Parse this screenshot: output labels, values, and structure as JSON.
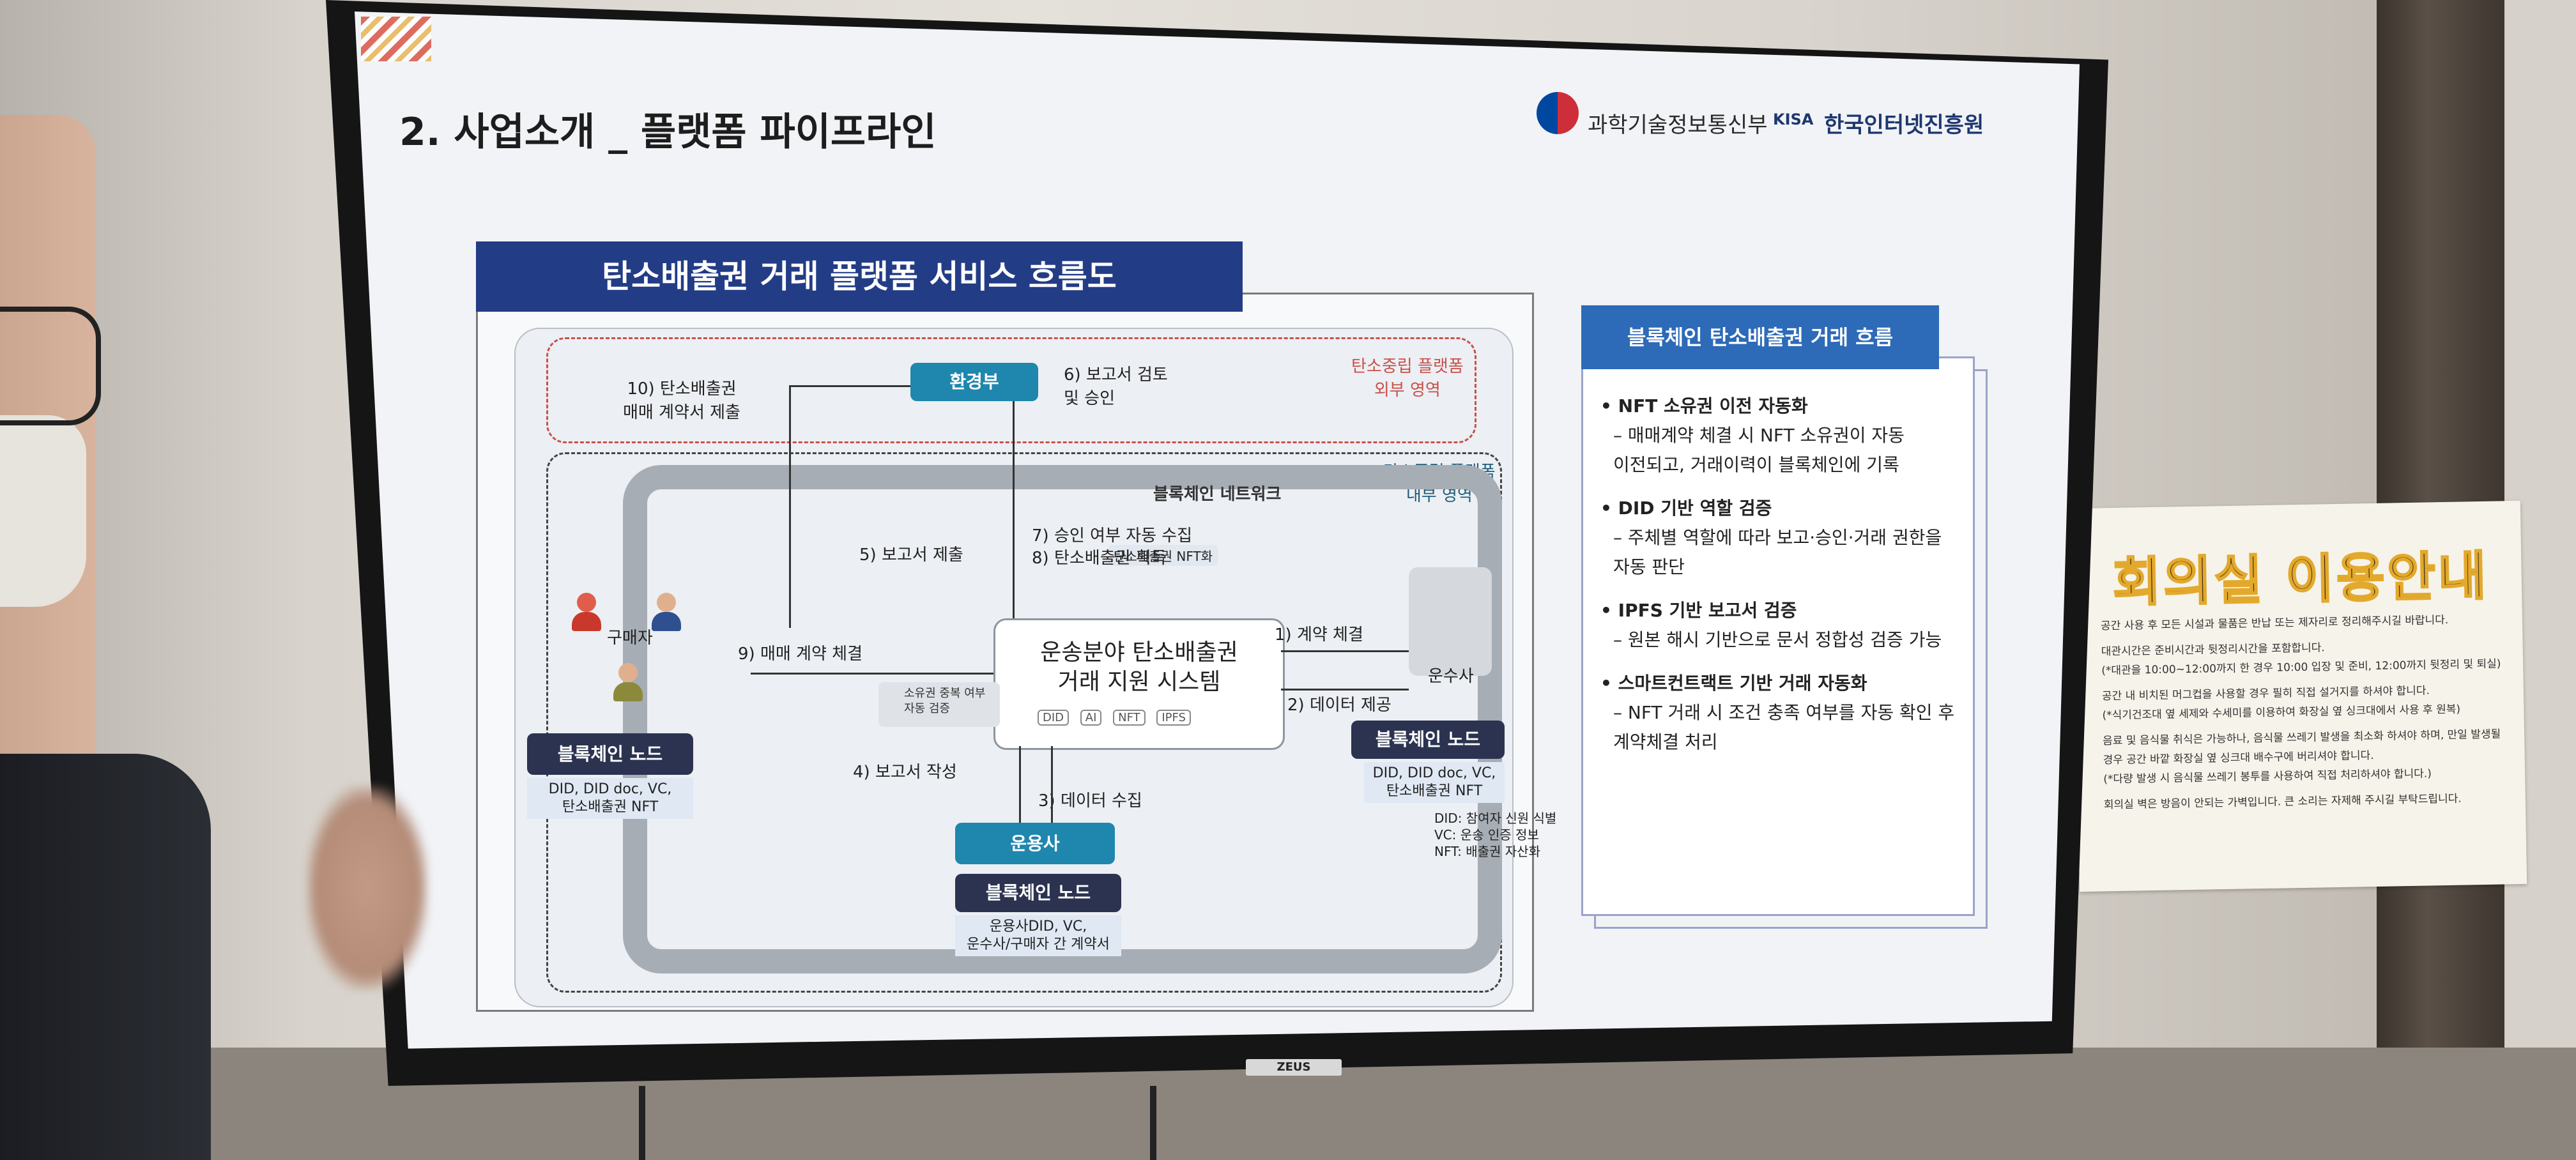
{
  "slide": {
    "title": "2. 사업소개 _ 플랫폼 파이프라인",
    "org1": "과학기술정보통신부",
    "org2": "한국인터넷진흥원",
    "org2_prefix": "KISA"
  },
  "diagram": {
    "title": "탄소배출권 거래 플랫폼 서비스 흐름도",
    "zone_outer": "탄소중립 플랫폼\n외부 영역",
    "zone_inner": "탄소중립 플랫폼\n내부 영역",
    "network_label": "블록체인 네트워크",
    "gov": "환경부",
    "buyer": "구매자",
    "carrier": "운수사",
    "operator": "운용사",
    "center_system": "운송분야 탄소배출권\n거래 지원 시스템",
    "center_tags": [
      "DID",
      "AI",
      "NFT",
      "IPFS"
    ],
    "node_label": "블록체인 노드",
    "node_left_sub": "DID, DID doc, VC,\n탄소배출권 NFT",
    "node_right_sub": "DID, DID doc, VC,\n탄소배출권 NFT",
    "node_bottom_sub": "운용사DID, VC,\n운수사/구매자 간 계약서",
    "lock_text": "소유권 중복 여부\n자동 검증",
    "nft_badge": "탄소배출권 NFT화",
    "legend": "DID: 참여자 신원 식별\nVC: 운송 인증 정보\nNFT: 배출권 자산화",
    "steps": {
      "s1": "1) 계약 체결",
      "s2": "2) 데이터 제공",
      "s3": "3) 데이터 수집",
      "s4": "4) 보고서 작성",
      "s5": "5) 보고서 제출",
      "s6": "6) 보고서 검토\n및 승인",
      "s7": "7) 승인 여부 자동 수집",
      "s8": "8) 탄소배출권 획득",
      "s9": "9) 매매 계약 체결",
      "s10": "10) 탄소배출권\n매매 계약서 제출"
    }
  },
  "right_panel": {
    "title": "블록체인 탄소배출권 거래 흐름",
    "items": [
      {
        "head": "• NFT 소유권 이전 자동화",
        "desc": "– 매매계약 체결 시 NFT 소유권이 자동\n이전되고, 거래이력이 블록체인에 기록"
      },
      {
        "head": "• DID 기반 역할 검증",
        "desc": "– 주체별 역할에 따라 보고·승인·거래 권한을\n자동 판단"
      },
      {
        "head": "• IPFS 기반 보고서 검증",
        "desc": "– 원본 해시 기반으로 문서 정합성 검증 가능"
      },
      {
        "head": "• 스마트컨트랙트 기반 거래 자동화",
        "desc": "– NFT 거래 시 조건 충족 여부를 자동 확인 후\n계약체결 처리"
      }
    ]
  },
  "poster": {
    "title": "회의실 이용안내",
    "lines": [
      "공간 사용 후 모든 시설과 물품은 반납 또는 제자리로 정리해주시길 바랍니다.",
      "대관시간은 준비시간과 뒷정리시간을 포함합니다.\n(*대관을 10:00~12:00까지 한 경우 10:00 입장 및 준비, 12:00까지 뒷정리 및 퇴실)",
      "공간 내 비치된 머그컵을 사용할 경우 필히 직접 설거지를 하셔야 합니다.\n(*식기건조대 옆 세제와 수세미를 이용하여 화장실 옆 싱크대에서 사용 후 원복)",
      "음료 및 음식물 취식은 가능하나, 음식물 쓰레기 발생을 최소화 하셔야 하며, 만일 발생될\n경우 공간 바깥 화장실 옆 싱크대 배수구에 버리셔야 합니다.\n(*다량 발생 시 음식물 쓰레기 봉투를 사용하여 직접 처리하셔야 합니다.)",
      "회의실 벽은 방음이 안되는 가벽입니다. 큰 소리는 자제해 주시길 부탁드립니다."
    ]
  },
  "tv": {
    "brand": "ZEUS"
  },
  "colors": {
    "title_bar": "#233c86",
    "teal": "#1f87ad",
    "navy": "#2b3350",
    "panel_blue": "#2d6ab8"
  }
}
